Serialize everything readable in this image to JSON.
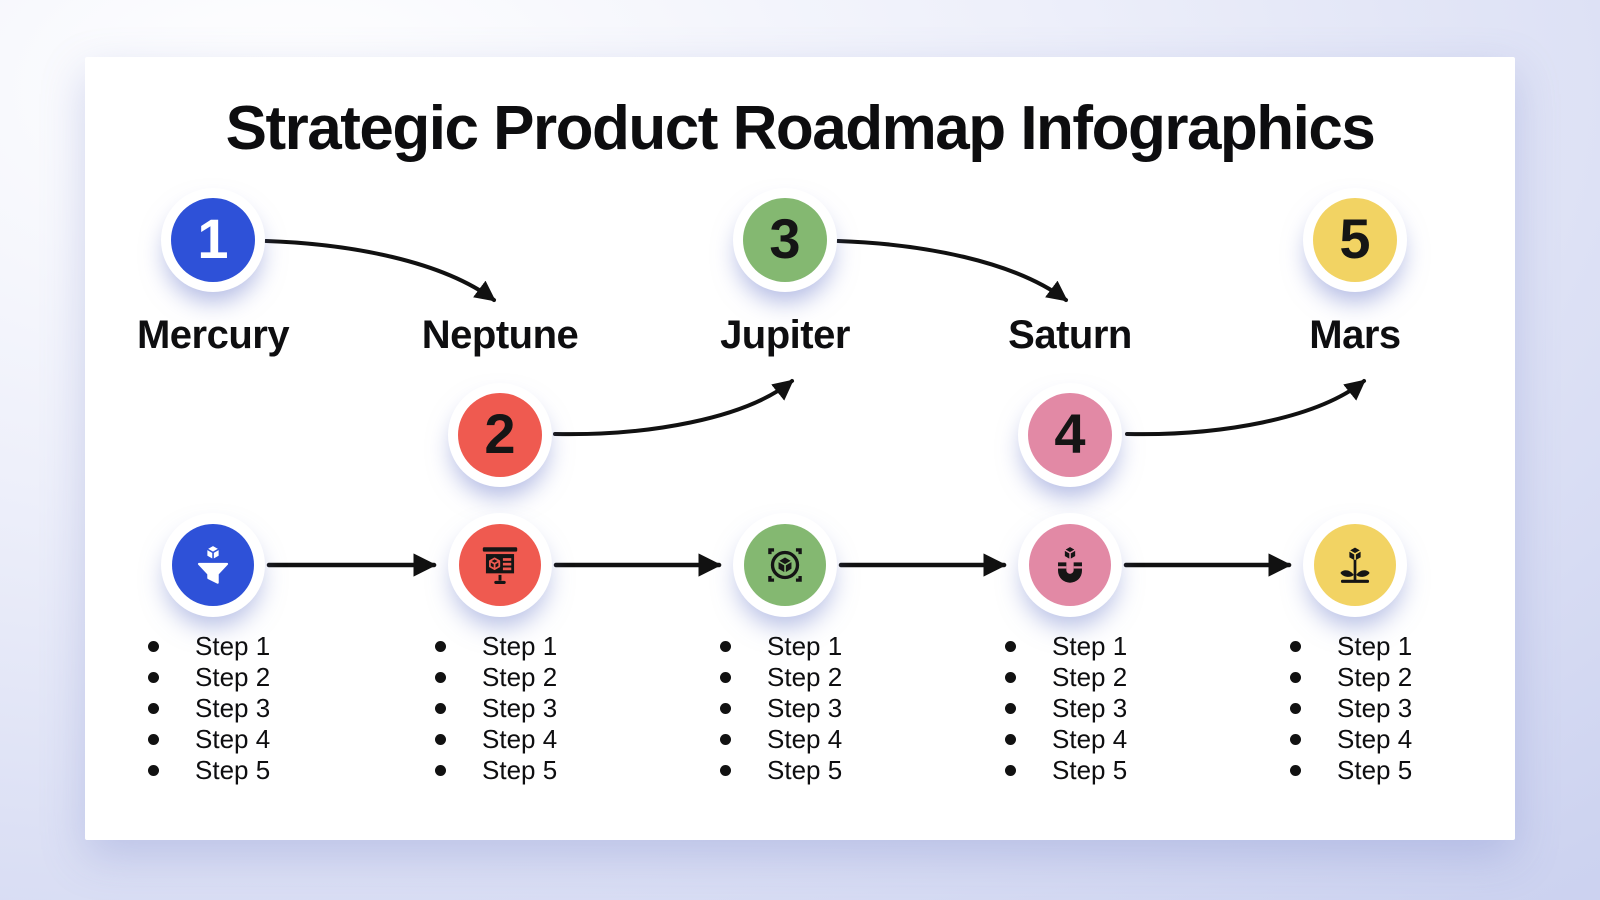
{
  "title": "Strategic Product Roadmap Infographics",
  "palette": {
    "page_background": "#cdd3f0",
    "card_background": "#ffffff",
    "arrow_color": "#111111",
    "text_color": "#0e0e10"
  },
  "stages": [
    {
      "number": "1",
      "planet": "Mercury",
      "color": "#2e51d8",
      "number_color": "#ffffff",
      "icon_color": "#ffffff",
      "icon": "cube-funnel-icon",
      "steps": [
        "Step 1",
        "Step 2",
        "Step 3",
        "Step 4",
        "Step 5"
      ]
    },
    {
      "number": "2",
      "planet": "Neptune",
      "color": "#ef5a50",
      "number_color": "#151515",
      "icon_color": "#151515",
      "icon": "presentation-board-icon",
      "steps": [
        "Step 1",
        "Step 2",
        "Step 3",
        "Step 4",
        "Step 5"
      ]
    },
    {
      "number": "3",
      "planet": "Jupiter",
      "color": "#84b871",
      "number_color": "#151515",
      "icon_color": "#151515",
      "icon": "ar-cube-target-icon",
      "steps": [
        "Step 1",
        "Step 2",
        "Step 3",
        "Step 4",
        "Step 5"
      ]
    },
    {
      "number": "4",
      "planet": "Saturn",
      "color": "#e289a5",
      "number_color": "#151515",
      "icon_color": "#151515",
      "icon": "magnet-cube-icon",
      "steps": [
        "Step 1",
        "Step 2",
        "Step 3",
        "Step 4",
        "Step 5"
      ]
    },
    {
      "number": "5",
      "planet": "Mars",
      "color": "#f2d363",
      "number_color": "#151515",
      "icon_color": "#151515",
      "icon": "plant-growth-icon",
      "steps": [
        "Step 1",
        "Step 2",
        "Step 3",
        "Step 4",
        "Step 5"
      ]
    }
  ],
  "connections": [
    {
      "from": "Mercury",
      "to": "Neptune"
    },
    {
      "from": "Neptune",
      "to": "Jupiter"
    },
    {
      "from": "Jupiter",
      "to": "Saturn"
    },
    {
      "from": "Saturn",
      "to": "Mars"
    }
  ]
}
